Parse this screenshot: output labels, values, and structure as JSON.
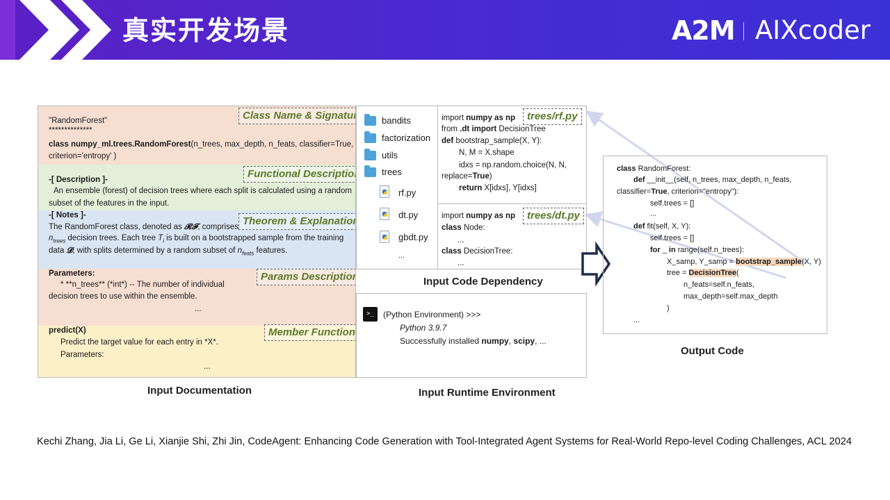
{
  "slide": {
    "title": "真实开发场景",
    "logos": {
      "a2m": "A2M",
      "aixcoder": "AIXcoder"
    },
    "reference": "Kechi Zhang, Jia Li, Ge Li, Xianjie Shi, Zhi Jin, CodeAgent: Enhancing Code Generation with Tool-Integrated Agent Systems for Real-World Repo-level Coding Challenges, ACL 2024"
  },
  "colors": {
    "header_start": "#5b1fc4",
    "header_end": "#3b30d6",
    "sec_class": "#f6dfd1",
    "sec_func": "#e3efd8",
    "sec_theorem": "#d9e5f2",
    "sec_params": "#f6dfd1",
    "sec_member": "#fbf0c8",
    "tag_text": "#5c7a2a"
  },
  "doc": {
    "caption": "Input Documentation",
    "class": {
      "tag": "Class Name & Signature",
      "l1": "\"RandomForest\"",
      "l2": "**************",
      "l3_bold": "class numpy_ml.trees.RandomForest",
      "l3_rest": "(n_trees, max_depth, n_feats, classifier=True,",
      "l4": "criterion='entropy'   )"
    },
    "func": {
      "tag": "Functional Description",
      "head": "-[ Description ]-",
      "l1": "An ensemble (forest) of decision trees where each split is calculated using a random",
      "l2": "subset of the features in the input."
    },
    "theorem": {
      "tag": "Theorem & Explanation",
      "head": "-[ Notes ]-",
      "l1a": "The RandomForest class, denoted as ",
      "l1m": "𝓡𝓕",
      "l1b": ", comprises",
      "l2a": "n",
      "l2sub": "trees",
      "l2b": " decision trees. Each tree ",
      "l2m": "T",
      "l2msub": "i",
      "l2c": "  is built on a bootstrapped sample from the training",
      "l3a": "data ",
      "l3m": "𝓓",
      "l3b": ", with splits determined by a random subset of ",
      "l3n": "n",
      "l3sub": "feats",
      "l3c": " features."
    },
    "params": {
      "tag": "Params Description",
      "head": "Parameters:",
      "l1": "* **n_trees** (*int*) -- The number of individual",
      "l2": "decision trees to use within the ensemble.",
      "l3": "..."
    },
    "member": {
      "tag": "Member Function",
      "head": "predict(X)",
      "l1": "Predict the target value for each entry in *X*.",
      "l2": "Parameters:",
      "l3": "..."
    }
  },
  "dependency": {
    "caption": "Input Code Dependency",
    "folders": [
      "bandits",
      "factorization",
      "utils",
      "trees"
    ],
    "files": [
      "rf.py",
      "dt.py",
      "gbdt.py"
    ],
    "more": "...",
    "rf": {
      "tag": "trees/rf.py",
      "l1a": "import ",
      "l1b": "numpy as np",
      "l2a": "from ",
      "l2b": ".dt import",
      "l2c": " DecisionTree",
      "l3a": "def",
      "l3b": " bootstrap_sample(X, Y):",
      "l4": "N, M = X.shape",
      "l5": "idxs = np.random.choice(N, N,",
      "l6a": "replace=",
      "l6b": "True",
      "l6c": ")",
      "l7a": "return",
      "l7b": " X[idxs], Y[idxs]"
    },
    "dt": {
      "tag": "trees/dt.py",
      "l1a": "import ",
      "l1b": "numpy as np",
      "l2a": "class",
      "l2b": " Node:",
      "l3": "...",
      "l4a": "class",
      "l4b": " DecisionTree:",
      "l5": "..."
    }
  },
  "runtime": {
    "caption": "Input Runtime Environment",
    "prompt_icon": ">_",
    "l1": "(Python Environment) >>>",
    "l2": "Python 3.9.7",
    "l3a": "Successfully installed ",
    "l3b": "numpy",
    "l3c": ", ",
    "l3d": "scipy",
    "l3e": ", ..."
  },
  "output": {
    "caption": "Output Code",
    "l1a": "class",
    "l1b": " RandomForest:",
    "l2a": "def",
    "l2b": " __init__(self, n_trees, max_depth, n_feats,",
    "l3a": "classifier=",
    "l3b": "True",
    "l3c": ", criterion=\"entropy\"):",
    "l4": "self.trees = []",
    "l5": "...",
    "l6a": "def",
    "l6b": " fit(self, X, Y):",
    "l7": "self.trees = []",
    "l8a": "for",
    "l8b": " _ ",
    "l8c": "in",
    "l8d": " range(self.n_trees):",
    "l9a": "X_samp, Y_samp = ",
    "l9b": "bootstrap_sample",
    "l9c": "(X, Y)",
    "l10a": "tree = ",
    "l10b": "DecisionTree",
    "l10c": "(",
    "l11": "n_feats=self.n_feats,",
    "l12": "max_depth=self.max_depth",
    "l13": ")",
    "l14": "..."
  }
}
